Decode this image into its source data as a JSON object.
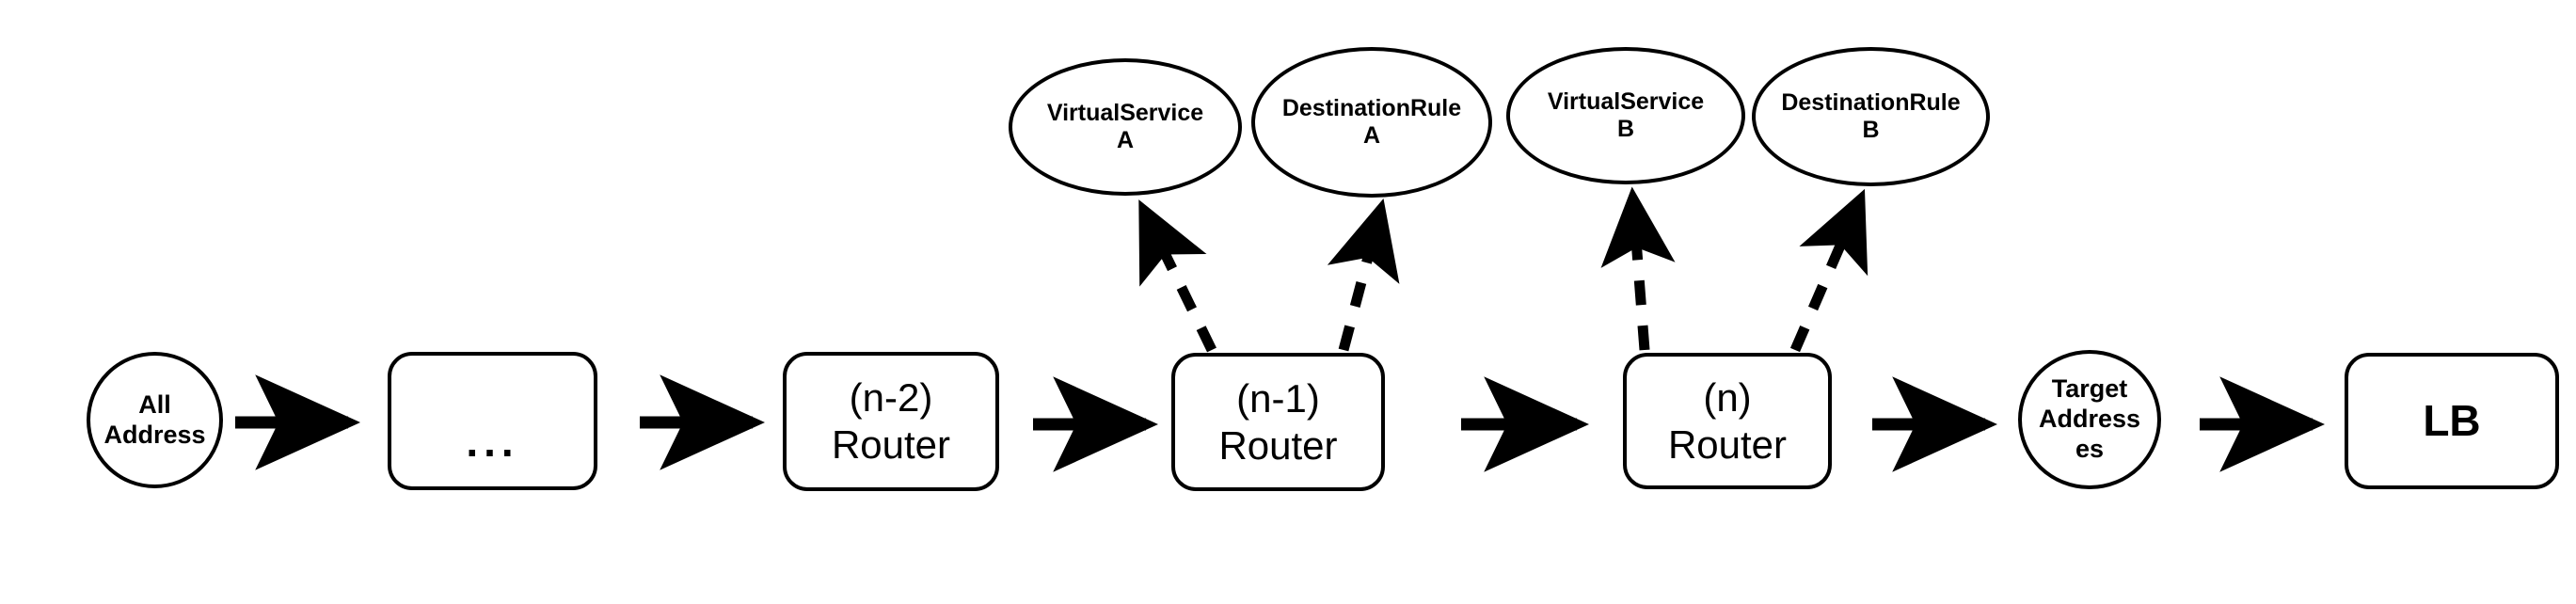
{
  "diagram": {
    "title": "Istio router chain with VirtualService and DestinationRule bindings",
    "background_color": "#ffffff",
    "stroke_color": "#000000",
    "fill_color": "#ffffff"
  },
  "nodes": {
    "all_address": {
      "label": "All\nAddress",
      "shape": "circle"
    },
    "ellipsis": {
      "label": "...",
      "shape": "rounded-rect"
    },
    "router_n_minus_2": {
      "label": "(n-2)\nRouter",
      "shape": "rounded-rect"
    },
    "router_n_minus_1": {
      "label": "(n-1)\nRouter",
      "shape": "rounded-rect"
    },
    "router_n": {
      "label": "(n)\nRouter",
      "shape": "rounded-rect"
    },
    "target_addresses": {
      "label": "Target\nAddress\nes",
      "shape": "circle"
    },
    "lb": {
      "label": "LB",
      "shape": "rounded-rect"
    },
    "virtualservice_a": {
      "label": "VirtualService\nA",
      "shape": "ellipse"
    },
    "destinationrule_a": {
      "label": "DestinationRule\nA",
      "shape": "ellipse"
    },
    "virtualservice_b": {
      "label": "VirtualService\nB",
      "shape": "ellipse"
    },
    "destinationrule_b": {
      "label": "DestinationRule\nB",
      "shape": "ellipse"
    }
  },
  "edges": [
    {
      "from": "all_address",
      "to": "ellipsis",
      "style": "solid",
      "arrow": "single"
    },
    {
      "from": "ellipsis",
      "to": "router_n_minus_2",
      "style": "solid",
      "arrow": "single"
    },
    {
      "from": "router_n_minus_2",
      "to": "router_n_minus_1",
      "style": "solid",
      "arrow": "single"
    },
    {
      "from": "router_n_minus_1",
      "to": "router_n",
      "style": "solid",
      "arrow": "single"
    },
    {
      "from": "router_n",
      "to": "target_addresses",
      "style": "solid",
      "arrow": "single"
    },
    {
      "from": "target_addresses",
      "to": "lb",
      "style": "solid",
      "arrow": "single"
    },
    {
      "from": "router_n_minus_1",
      "to": "virtualservice_a",
      "style": "dashed",
      "arrow": "single"
    },
    {
      "from": "router_n_minus_1",
      "to": "destinationrule_a",
      "style": "dashed",
      "arrow": "single"
    },
    {
      "from": "router_n",
      "to": "virtualservice_b",
      "style": "dashed",
      "arrow": "single"
    },
    {
      "from": "router_n",
      "to": "destinationrule_b",
      "style": "dashed",
      "arrow": "single"
    }
  ]
}
